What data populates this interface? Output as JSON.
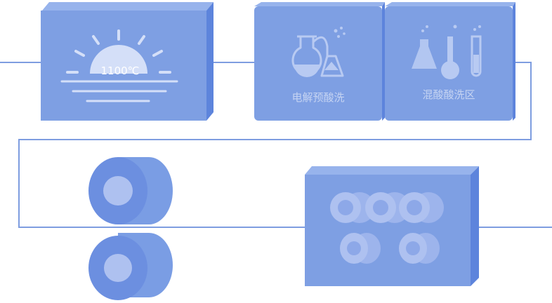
{
  "furnace": {
    "temperature": "1100℃",
    "icon": "sunrise-icon"
  },
  "stations": [
    {
      "label": "电解预酸洗",
      "icon": "flask-beaker-icon"
    },
    {
      "label": "混酸酸洗区",
      "icon": "test-tube-icon"
    }
  ],
  "colors": {
    "box_face": "#7E9FE3",
    "box_side": "#5D84DC",
    "box_top": "#97B3EC",
    "line": "#7E9DE0",
    "coil_inner": "#AEC1F0",
    "light": "#D4DFF8"
  }
}
